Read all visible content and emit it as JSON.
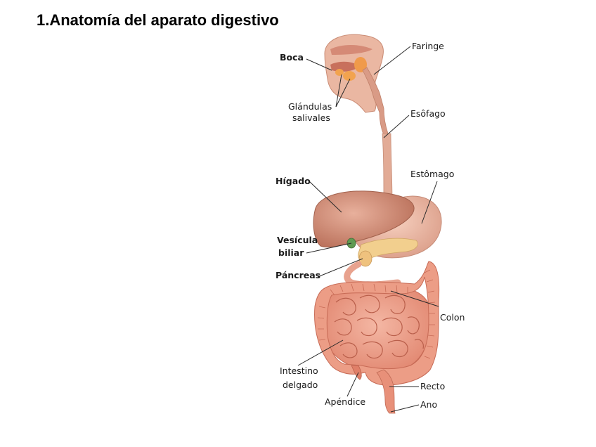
{
  "title": "1.Anatomía del aparato digestivo",
  "labels": {
    "boca": "Boca",
    "faringe": "Faringe",
    "glandulas_1": "Glándulas",
    "glandulas_2": "salivales",
    "esofago": "Esôfago",
    "higado": "Hígado",
    "estomago": "Estômago",
    "vesicula_1": "Vesícula",
    "vesicula_2": "biliar",
    "pancreas": "Páncreas",
    "colon": "Colon",
    "intestino_1": "Intestino",
    "intestino_2": "delgado",
    "recto": "Recto",
    "apendice": "Apéndice",
    "ano": "Ano"
  }
}
